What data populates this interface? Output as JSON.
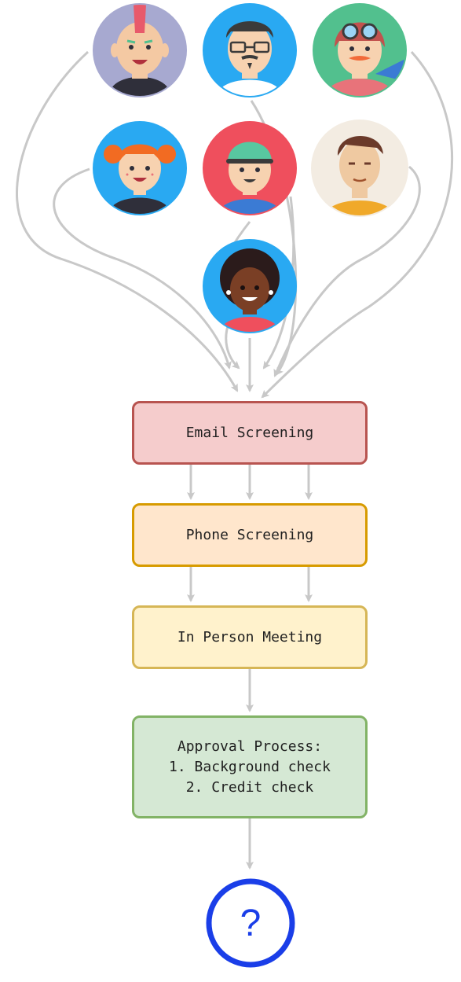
{
  "avatars": [
    {
      "name": "punk",
      "bg": "#a7a9d0",
      "skin": "#f4c9a3",
      "hair": "#e85a6b",
      "shirt": "#2f2f3a"
    },
    {
      "name": "glasses-man",
      "bg": "#29a9f2",
      "skin": "#f7d2b0",
      "hair": "#3b3b3b",
      "shirt": "#ffffff"
    },
    {
      "name": "aviator",
      "bg": "#52c08e",
      "skin": "#f7d2b0",
      "hair": "#f26b3a",
      "shirt": "#e8737a"
    },
    {
      "name": "redhead-girl",
      "bg": "#29a9f2",
      "skin": "#f7d2b0",
      "hair": "#f26b22",
      "shirt": "#2f2f3a"
    },
    {
      "name": "cap-kid",
      "bg": "#ef4f5d",
      "skin": "#f7d2b0",
      "hair": "#58c7a0",
      "shirt": "#3b7bd4"
    },
    {
      "name": "man-plain",
      "bg": "#f3ece2",
      "skin": "#efc9a1",
      "hair": "#6b3a2a",
      "shirt": "#f0a92a"
    },
    {
      "name": "curly-woman",
      "bg": "#29a9f2",
      "skin": "#7a3f25",
      "hair": "#2b1b1b",
      "shirt": "#ef4f5d"
    }
  ],
  "stages": [
    {
      "id": "email",
      "label": "Email Screening",
      "fill": "#f5cccc",
      "stroke": "#b85450"
    },
    {
      "id": "phone",
      "label": "Phone Screening",
      "fill": "#ffe6cc",
      "stroke": "#d79b00"
    },
    {
      "id": "meeting",
      "label": "In Person Meeting",
      "fill": "#fff2cc",
      "stroke": "#d6b656"
    },
    {
      "id": "approval",
      "label": "Approval Process:\n1. Background check\n2. Credit check",
      "fill": "#d5e8d4",
      "stroke": "#82b366"
    }
  ],
  "end_symbol": "?",
  "colors": {
    "arrow": "#c8c8c8",
    "question": "#1a3ee8"
  }
}
